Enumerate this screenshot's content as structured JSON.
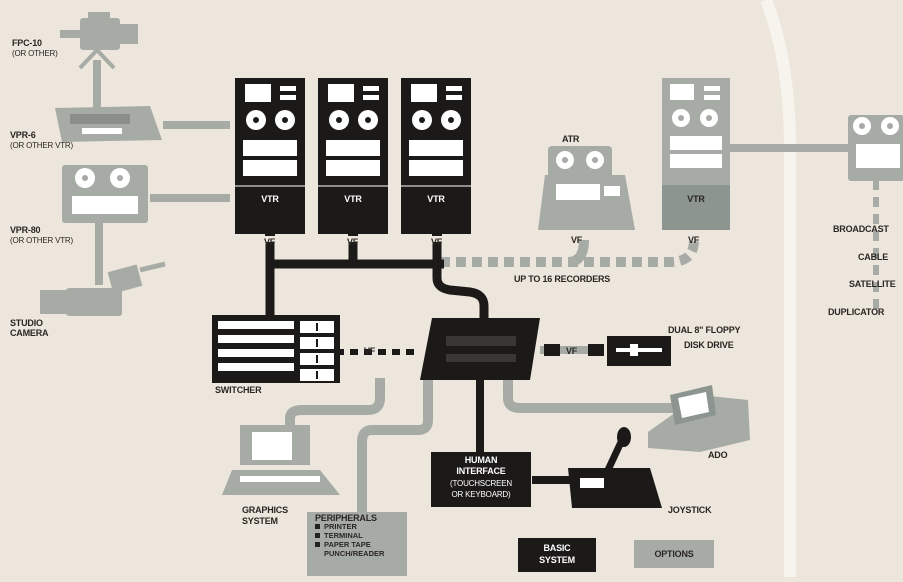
{
  "labels": {
    "fpc10": "FPC-10",
    "fpc10_sub": "(OR OTHER)",
    "vpr6": "VPR-6",
    "vpr6_sub": "(OR OTHER VTR)",
    "vpr80": "VPR-80",
    "vpr80_sub": "(OR OTHER VTR)",
    "studio_camera_1": "STUDIO",
    "studio_camera_2": "CAMERA",
    "vtr": "VTR",
    "vf": "VF",
    "atr": "ATR",
    "up_to": "UP TO 16 RECORDERS",
    "broadcast": "BROADCAST",
    "cable": "CABLE",
    "satellite": "SATELLITE",
    "duplicator": "DUPLICATOR",
    "switcher": "SWITCHER",
    "floppy_1": "DUAL 8\" FLOPPY",
    "floppy_2": "DISK DRIVE",
    "ado": "ADO",
    "graphics_1": "GRAPHICS",
    "graphics_2": "SYSTEM",
    "human_1": "HUMAN",
    "human_2": "INTERFACE",
    "human_3": "(TOUCHSCREEN",
    "human_4": "OR KEYBOARD)",
    "joystick": "JOYSTICK",
    "peripherals_title": "PERIPHERALS",
    "basic_1": "BASIC",
    "basic_2": "SYSTEM",
    "options": "OPTIONS"
  },
  "peripherals_items": [
    "PRINTER",
    "TERMINAL",
    "PAPER TAPE",
    "PUNCH/READER"
  ],
  "colors": {
    "background": "#ece6dc",
    "basic": "#1c1a19",
    "options": "#a7aba5",
    "text": "#2a2623"
  }
}
